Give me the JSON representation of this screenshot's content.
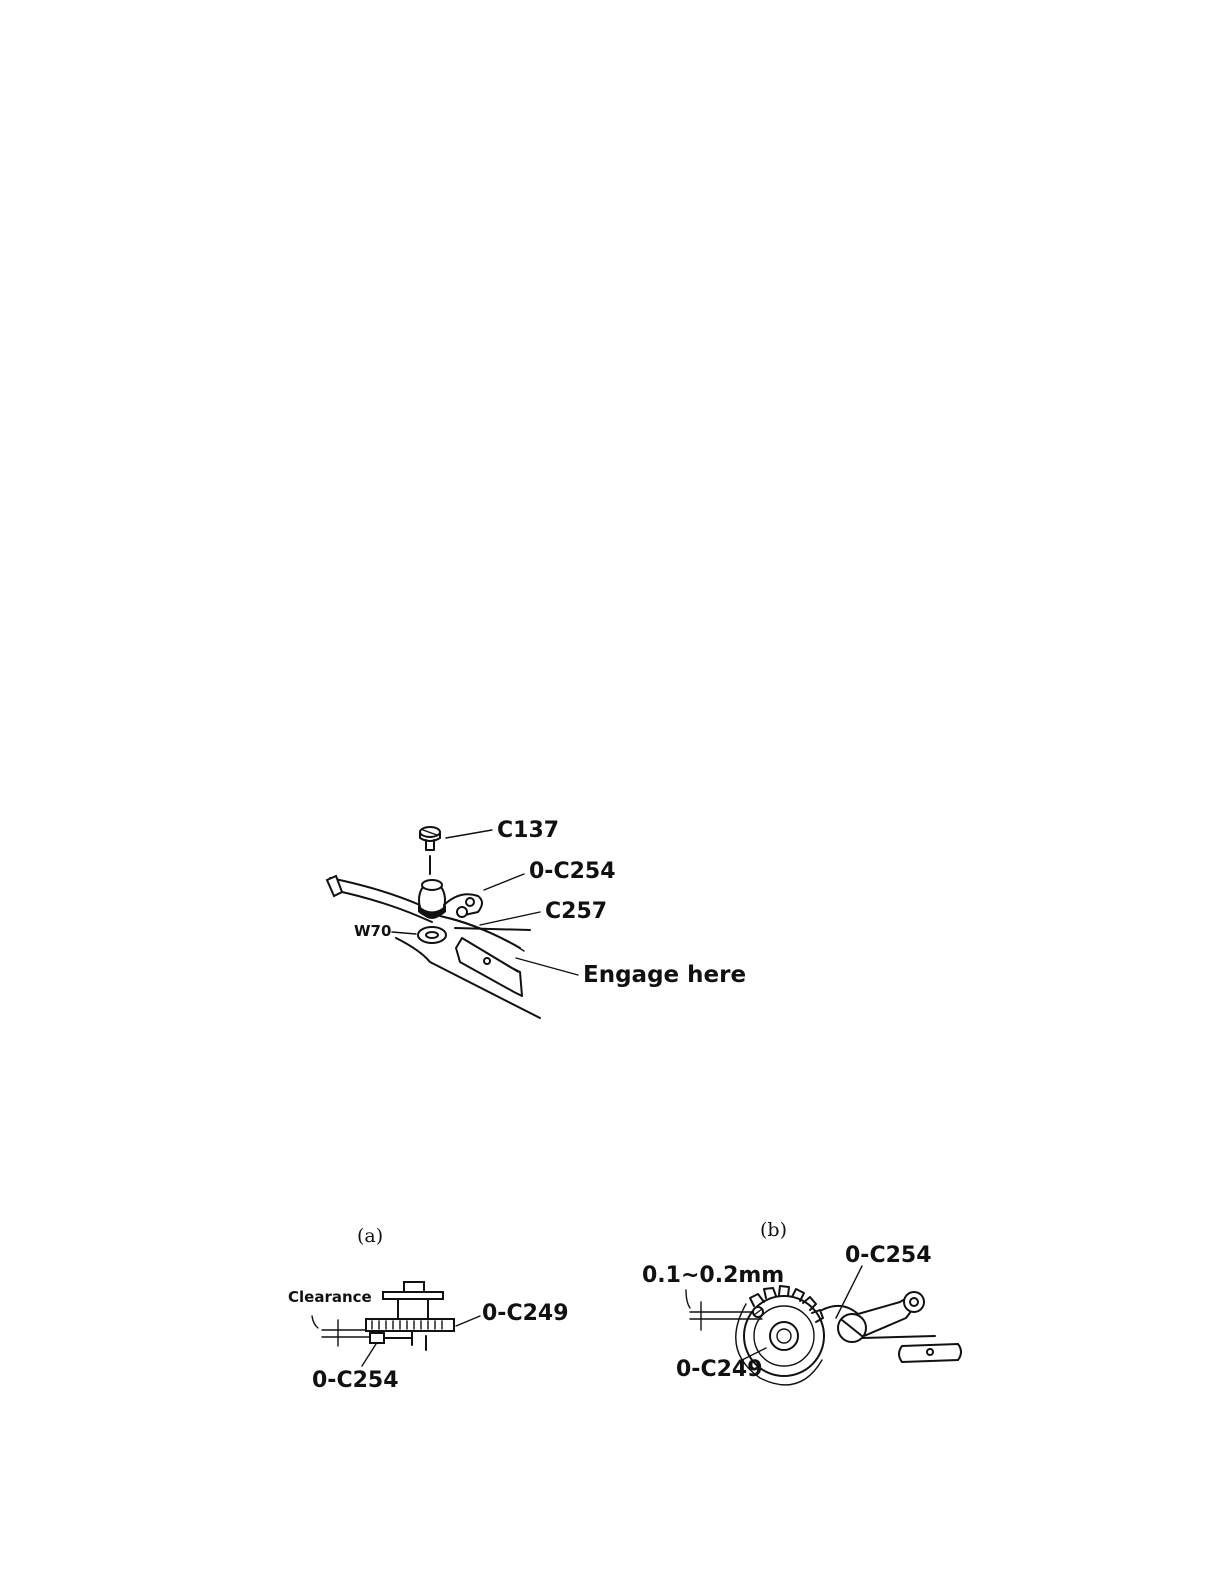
{
  "figure_top": {
    "labels": {
      "screw": "C137",
      "lever": "0-C254",
      "spring": "C257",
      "washer": "W70",
      "engage": "Engage here"
    }
  },
  "figure_a": {
    "caption": "(a)",
    "labels": {
      "clearance": "Clearance",
      "gear": "0-C249",
      "lever": "0-C254"
    }
  },
  "figure_b": {
    "caption": "(b)",
    "labels": {
      "gap": "0.1~0.2mm",
      "lever": "0-C254",
      "gear": "0-C249"
    }
  }
}
